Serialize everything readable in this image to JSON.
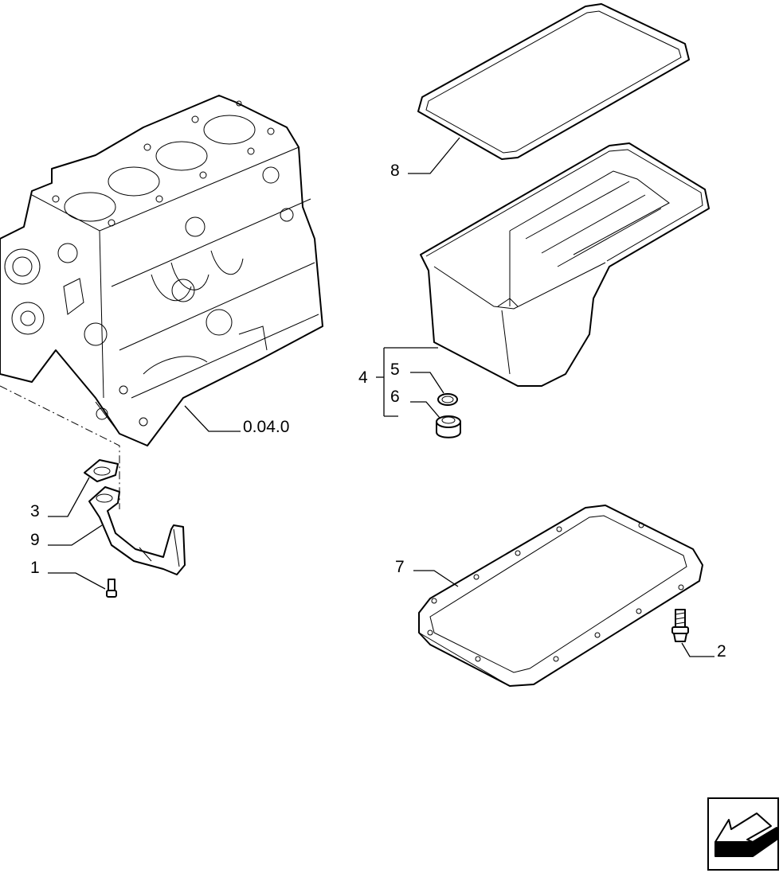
{
  "callouts": {
    "block_ref": "0.04.0",
    "item_1": "1",
    "item_2": "2",
    "item_3": "3",
    "item_4": "4",
    "item_5": "5",
    "item_6": "6",
    "item_7": "7",
    "item_8": "8",
    "item_9": "9"
  },
  "icons": {
    "nav": "previous-page-arrow-icon"
  }
}
